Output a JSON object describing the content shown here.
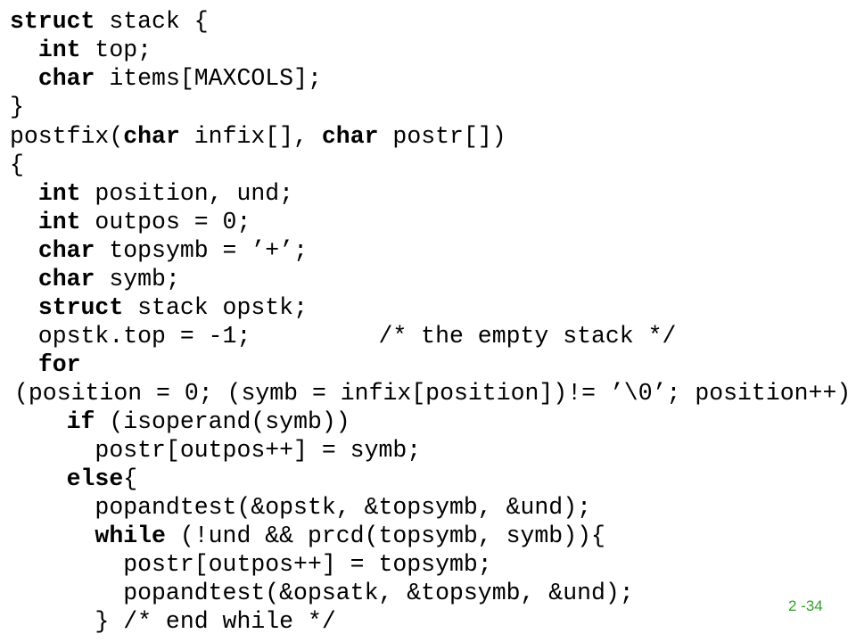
{
  "slide": {
    "page_number": "2 -34",
    "code_lines": [
      [
        {
          "t": "struct",
          "kw": true
        },
        {
          "t": " stack {"
        }
      ],
      [
        {
          "t": "  "
        },
        {
          "t": "int",
          "kw": true
        },
        {
          "t": " top;"
        }
      ],
      [
        {
          "t": "  "
        },
        {
          "t": "char",
          "kw": true
        },
        {
          "t": " items[MAXCOLS];"
        }
      ],
      [
        {
          "t": "}"
        }
      ],
      [
        {
          "t": "postfix("
        },
        {
          "t": "char",
          "kw": true
        },
        {
          "t": " infix[], "
        },
        {
          "t": "char",
          "kw": true
        },
        {
          "t": " postr[])"
        }
      ],
      [
        {
          "t": "{"
        }
      ],
      [
        {
          "t": "  "
        },
        {
          "t": "int",
          "kw": true
        },
        {
          "t": " position, und;"
        }
      ],
      [
        {
          "t": "  "
        },
        {
          "t": "int",
          "kw": true
        },
        {
          "t": " outpos = 0;"
        }
      ],
      [
        {
          "t": "  "
        },
        {
          "t": "char",
          "kw": true
        },
        {
          "t": " topsymb = ’+’;"
        }
      ],
      [
        {
          "t": "  "
        },
        {
          "t": "char",
          "kw": true
        },
        {
          "t": " symb;"
        }
      ],
      [
        {
          "t": "  "
        },
        {
          "t": "struct",
          "kw": true
        },
        {
          "t": " stack opstk;"
        }
      ],
      [
        {
          "t": "  opstk.top = -1;         /* the empty stack */"
        }
      ],
      [
        {
          "t": "  "
        },
        {
          "t": "for",
          "kw": true
        }
      ],
      [
        {
          "t": "(position = 0; (symb = infix[position])!= ’\\0’; position++)"
        }
      ],
      [
        {
          "t": "    "
        },
        {
          "t": "if",
          "kw": true
        },
        {
          "t": " (isoperand(symb))"
        }
      ],
      [
        {
          "t": "      postr[outpos++] = symb;"
        }
      ],
      [
        {
          "t": "    "
        },
        {
          "t": "else",
          "kw": true
        },
        {
          "t": "{"
        }
      ],
      [
        {
          "t": "      popandtest(&opstk, &topsymb, &und);"
        }
      ],
      [
        {
          "t": "      "
        },
        {
          "t": "while",
          "kw": true
        },
        {
          "t": " (!und && prcd(topsymb, symb)){"
        }
      ],
      [
        {
          "t": "        postr[outpos++] = topsymb;"
        }
      ],
      [
        {
          "t": "        popandtest(&opsatk, &topsymb, &und);"
        }
      ],
      [
        {
          "t": "      } /* end while */"
        }
      ]
    ]
  }
}
